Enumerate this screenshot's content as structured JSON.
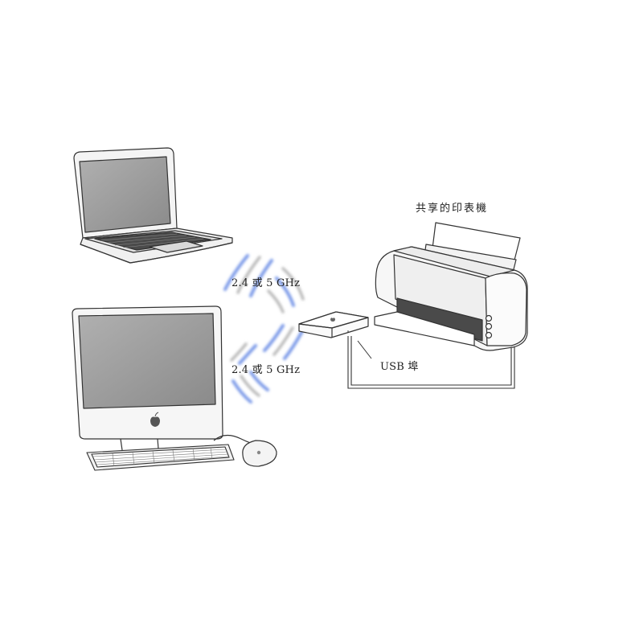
{
  "labels": {
    "wireless_top": "2.4 或 5 GHz",
    "wireless_bottom": "2.4 或 5 GHz",
    "usb_port": "USB 埠",
    "shared_printer": "共享的印表機"
  },
  "icons": [
    "laptop-icon",
    "desktop-computer-icon",
    "keyboard-icon",
    "mouse-icon",
    "wifi-base-station-icon",
    "printer-icon",
    "apple-logo-icon"
  ],
  "colors": {
    "wave": "#7b9ae8",
    "line": "#333333",
    "screen": "#9a9a9a"
  }
}
